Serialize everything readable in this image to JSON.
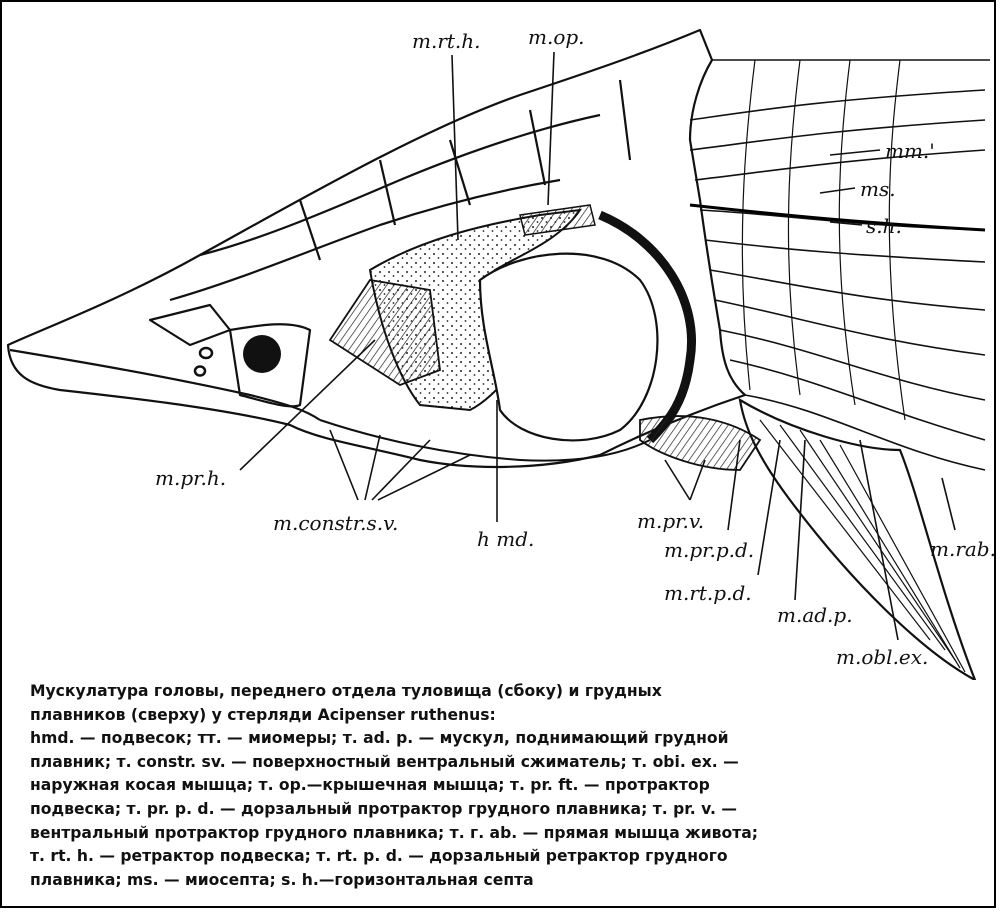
{
  "labels": {
    "m_rt_h": "m.rt.h.",
    "m_op": "m.op.",
    "mm": "mm.'",
    "ms": "ms.",
    "s_h": "s.h.",
    "m_pr_h": "m.pr.h.",
    "m_constr_s_v": "m.constr.s.v.",
    "h_md": "h md.",
    "m_pr_v": "m.pr.v.",
    "m_pr_p_d": "m.pr.p.d.",
    "m_rt_p_d": "m.rt.p.d.",
    "m_ad_p": "m.ad.p.",
    "m_rab": "m.rab.",
    "m_obl_ex": "m.obl.ex."
  },
  "caption": {
    "line1": "Мускулатура головы,   переднего   отдела   туловища  (сбоку)  и грудных",
    "line2": "плавников (сверху) у стерляди Acipenser ruthenus:",
    "line3": "hmd. — подвесок; тт. — миомеры; т. ad. р. — мускул, поднимающий грудной",
    "line4": "плавник; т. constr. sv. — поверхностный вентральный сжиматель; т. obi. ex. —",
    "line5": "наружная косая мышца; т. ор.—крышечная мышца; т. pr. ft. — протрактор",
    "line6": "подвеска; т. pr. р. d. — дорзальный протрактор грудного плавника; т. pr. v. —",
    "line7": "вентральный протрактор грудного плавника; т. г. ab. — прямая мышца живота;",
    "line8": "т. rt. h. — ретрактор подвеска; т. rt. р. d. — дорзальный ретрактор грудного",
    "line9": "плавника; ms. — миосепта; s. h.—горизонтальная септа"
  }
}
